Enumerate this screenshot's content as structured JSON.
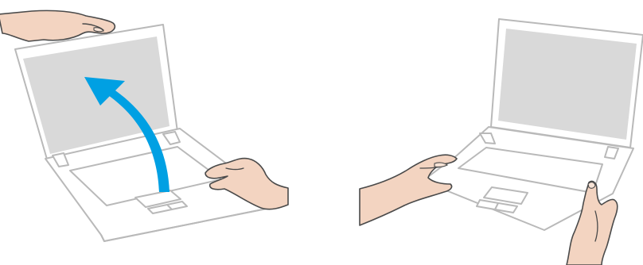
{
  "illustration": {
    "colors": {
      "laptop_outline": "#b9b9b9",
      "screen_fill": "#d9d9d9",
      "skin": "#f3d4c1",
      "skin_outline": "#4a4a4a",
      "arrow": "#00a0e3"
    },
    "panels": [
      {
        "id": "open-lid",
        "icon": "laptop-open-with-arrow"
      },
      {
        "id": "carry-laptop",
        "icon": "laptop-held-by-hands"
      }
    ]
  }
}
